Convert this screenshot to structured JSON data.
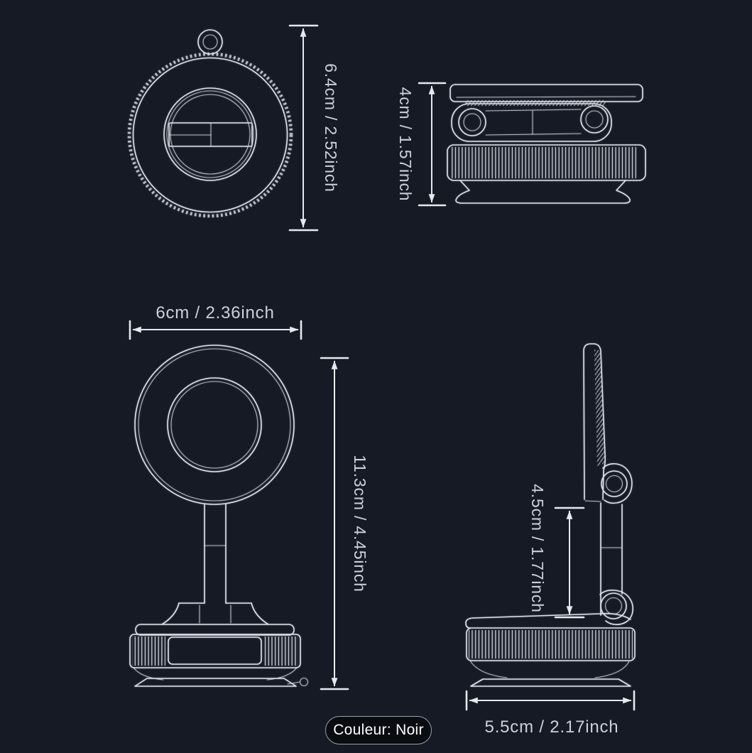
{
  "colors": {
    "background": "#161a25",
    "line": "#dfe3ea",
    "dimension_text": "#ccd1d9",
    "badge_background": "#0a0c11",
    "badge_border": "#9aa0a9",
    "badge_text": "#ffffff"
  },
  "dimensions": {
    "front_height": "6.4cm / 2.52inch",
    "folded_height": "4cm / 1.57inch",
    "ring_width": "6cm / 2.36inch",
    "total_height": "11.3cm / 4.45inch",
    "arm_height": "4.5cm / 1.77inch",
    "base_width": "5.5cm / 2.17inch"
  },
  "badge": {
    "label": "Couleur: Noir"
  }
}
